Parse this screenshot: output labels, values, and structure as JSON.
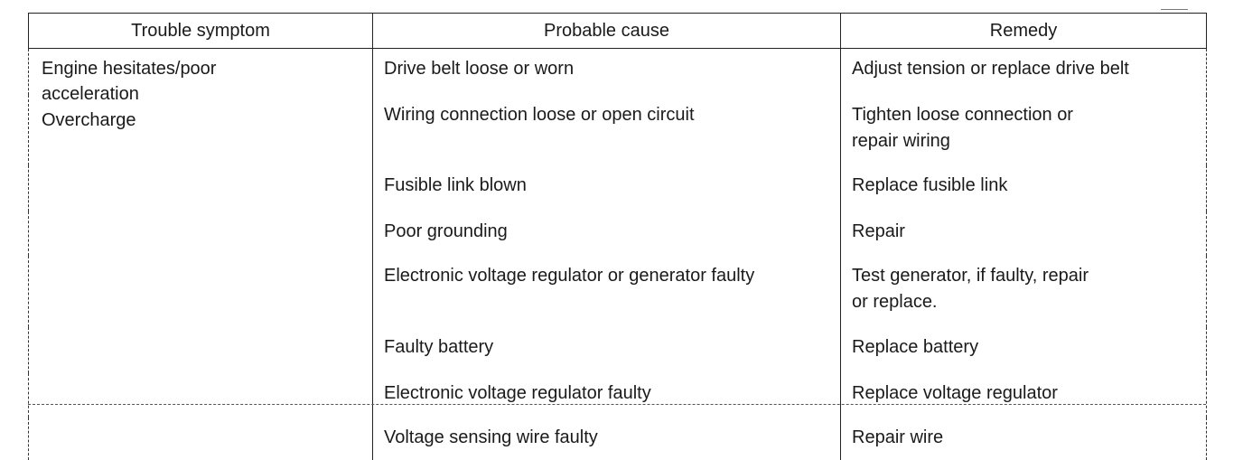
{
  "table": {
    "headers": [
      "Trouble symptom",
      "Probable cause",
      "Remedy"
    ],
    "symptom": [
      "Engine hesitates/poor",
      "acceleration",
      "Overcharge"
    ],
    "rows": [
      {
        "cause": "Drive belt loose or worn",
        "remedy": "Adjust tension or replace drive belt"
      },
      {
        "cause": "Wiring connection loose or open circuit",
        "remedy": "Tighten loose connection or\nrepair wiring"
      },
      {
        "cause": "Fusible link blown",
        "remedy": "Replace fusible link"
      },
      {
        "cause": "Poor grounding",
        "remedy": "Repair"
      },
      {
        "cause": "Electronic voltage regulator or generator faulty",
        "remedy": "Test generator, if faulty, repair\nor replace."
      },
      {
        "cause": "Faulty battery",
        "remedy": "Replace battery"
      },
      {
        "cause": "Electronic voltage regulator faulty",
        "remedy": "Replace voltage regulator"
      },
      {
        "cause": "Voltage sensing wire faulty",
        "remedy": "Repair wire"
      }
    ]
  }
}
